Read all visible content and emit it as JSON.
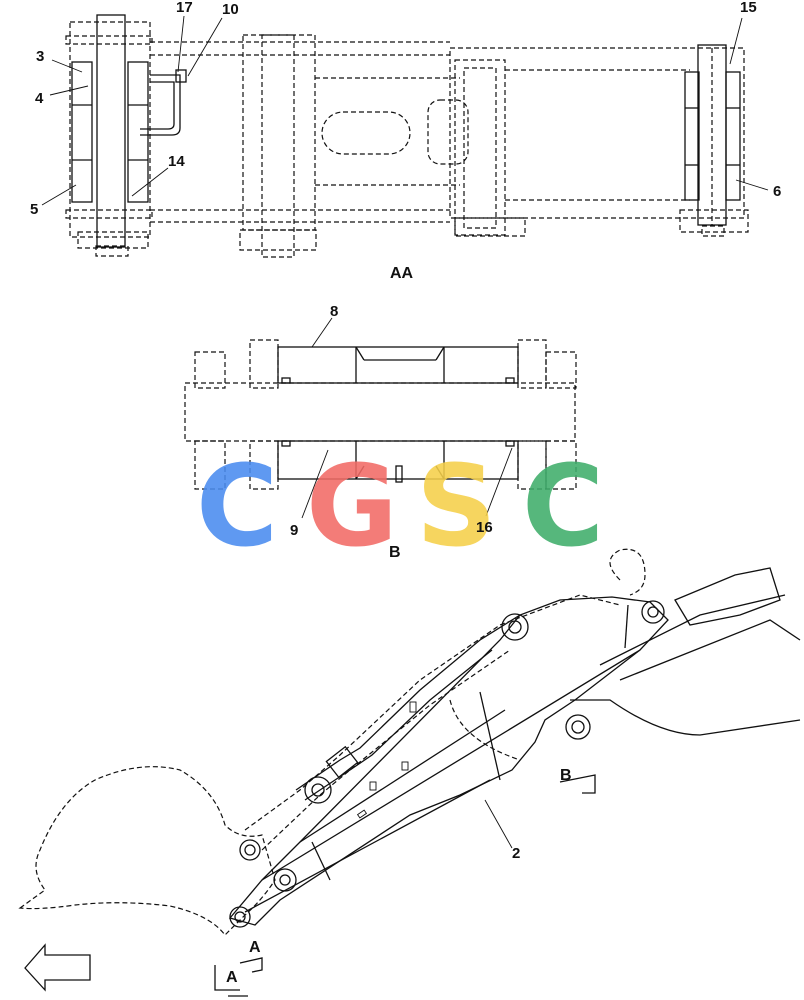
{
  "labels": {
    "p3": "3",
    "p4": "4",
    "p5": "5",
    "p17": "17",
    "p10": "10",
    "p14": "14",
    "p15": "15",
    "p6": "6",
    "p8": "8",
    "p9": "9",
    "p16": "16",
    "p2": "2"
  },
  "views": {
    "aa": "AA",
    "b": "B",
    "b_arrow": "B",
    "a_arrow_1": "A",
    "a_arrow_2": "A"
  },
  "watermark": {
    "letters": [
      "C",
      "G",
      "S",
      "C"
    ],
    "colors": [
      "#4a8cf0",
      "#f26b66",
      "#f5d04a",
      "#3fae6b"
    ]
  }
}
